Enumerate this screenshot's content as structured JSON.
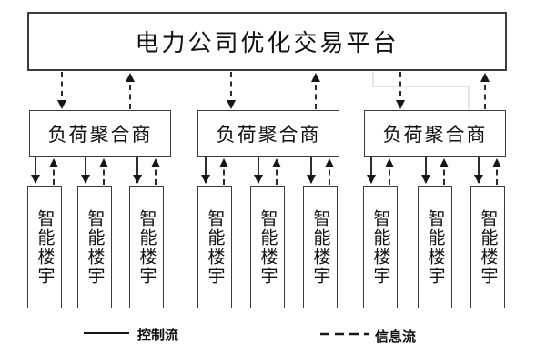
{
  "platform": {
    "label": "电力公司优化交易平台"
  },
  "aggregators": [
    {
      "label": "负荷聚合商"
    },
    {
      "label": "负荷聚合商"
    },
    {
      "label": "负荷聚合商"
    }
  ],
  "buildings": [
    {
      "label": "智能楼宇"
    },
    {
      "label": "智能楼宇"
    },
    {
      "label": "智能楼宇"
    },
    {
      "label": "智能楼宇"
    },
    {
      "label": "智能楼宇"
    },
    {
      "label": "智能楼宇"
    },
    {
      "label": "智能楼宇"
    },
    {
      "label": "智能楼宇"
    },
    {
      "label": "智能楼宇"
    }
  ],
  "legend": {
    "control_label": "控制流",
    "info_label": "信息流"
  },
  "colors": {
    "line": "#161616",
    "box_border": "#3c3c3c",
    "background": "#ffffff",
    "faint_line": "#dcdcdc",
    "text": "#111111"
  }
}
